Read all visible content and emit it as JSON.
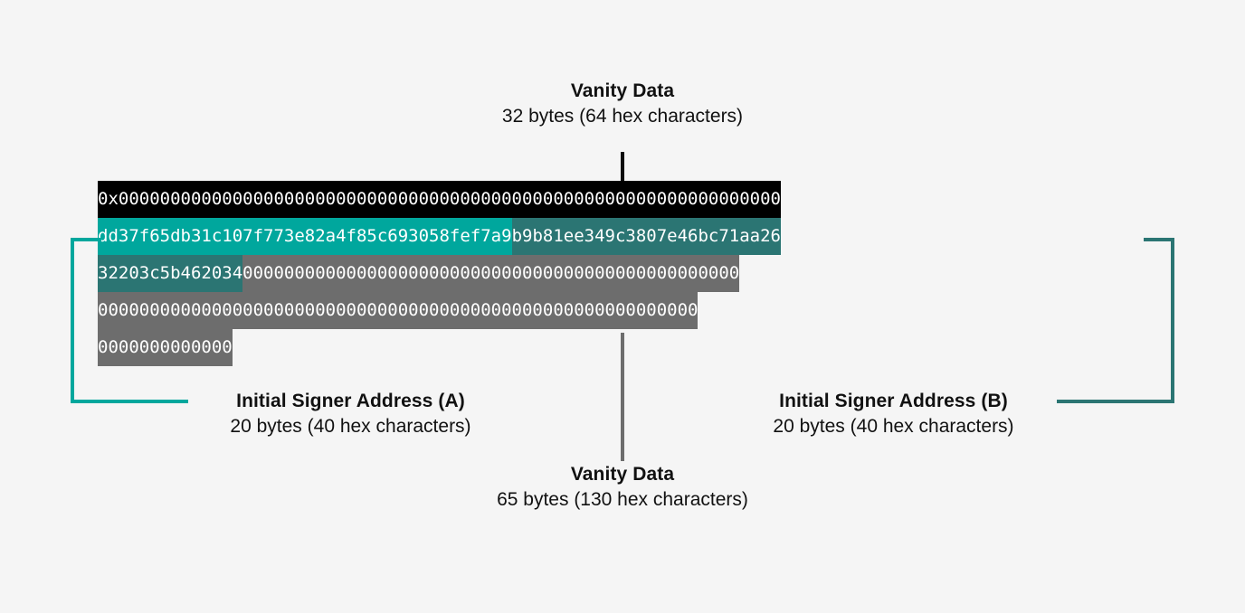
{
  "diagram": {
    "title_top": "Vanity Data",
    "subtitle_top": "32 bytes (64 hex characters)",
    "title_bottom": "Vanity Data",
    "subtitle_bottom": "65 bytes (130 hex characters)",
    "label_a_title": "Initial Signer Address (A)",
    "label_a_sub": "20 bytes (40 hex characters)",
    "label_b_title": "Initial Signer Address (B)",
    "label_b_sub": "20 bytes (40 hex characters)"
  },
  "colors": {
    "background": "#f5f5f5",
    "vanity_top": "#000000",
    "signer_a": "#00a79d",
    "signer_b": "#2b7573",
    "vanity_bottom": "#6d6d6d",
    "text_on_fill": "#ffffff",
    "label_text": "#111111"
  },
  "hex": {
    "prefix": "0x",
    "row1_black": "0x0000000000000000000000000000000000000000000000000000000000000000",
    "row2_teal": "dd37f65db31c107f773e82a4f85c693058fef7a9",
    "row2_dteal": "b9b81ee349c3807e46bc71aa26",
    "row3_dteal": "32203c5b462034",
    "row3_gray": "000000000000000000000000000000000000000000000000",
    "row4_gray": "0000000000000000000000000000000000000000000000000000000000",
    "row5_gray": "0000000000000"
  },
  "segments": {
    "vanity_top_label": "vanity-data-32-bytes",
    "signer_a_label": "initial-signer-address-a",
    "signer_b_label": "initial-signer-address-b",
    "vanity_bottom_label": "vanity-data-65-bytes"
  }
}
